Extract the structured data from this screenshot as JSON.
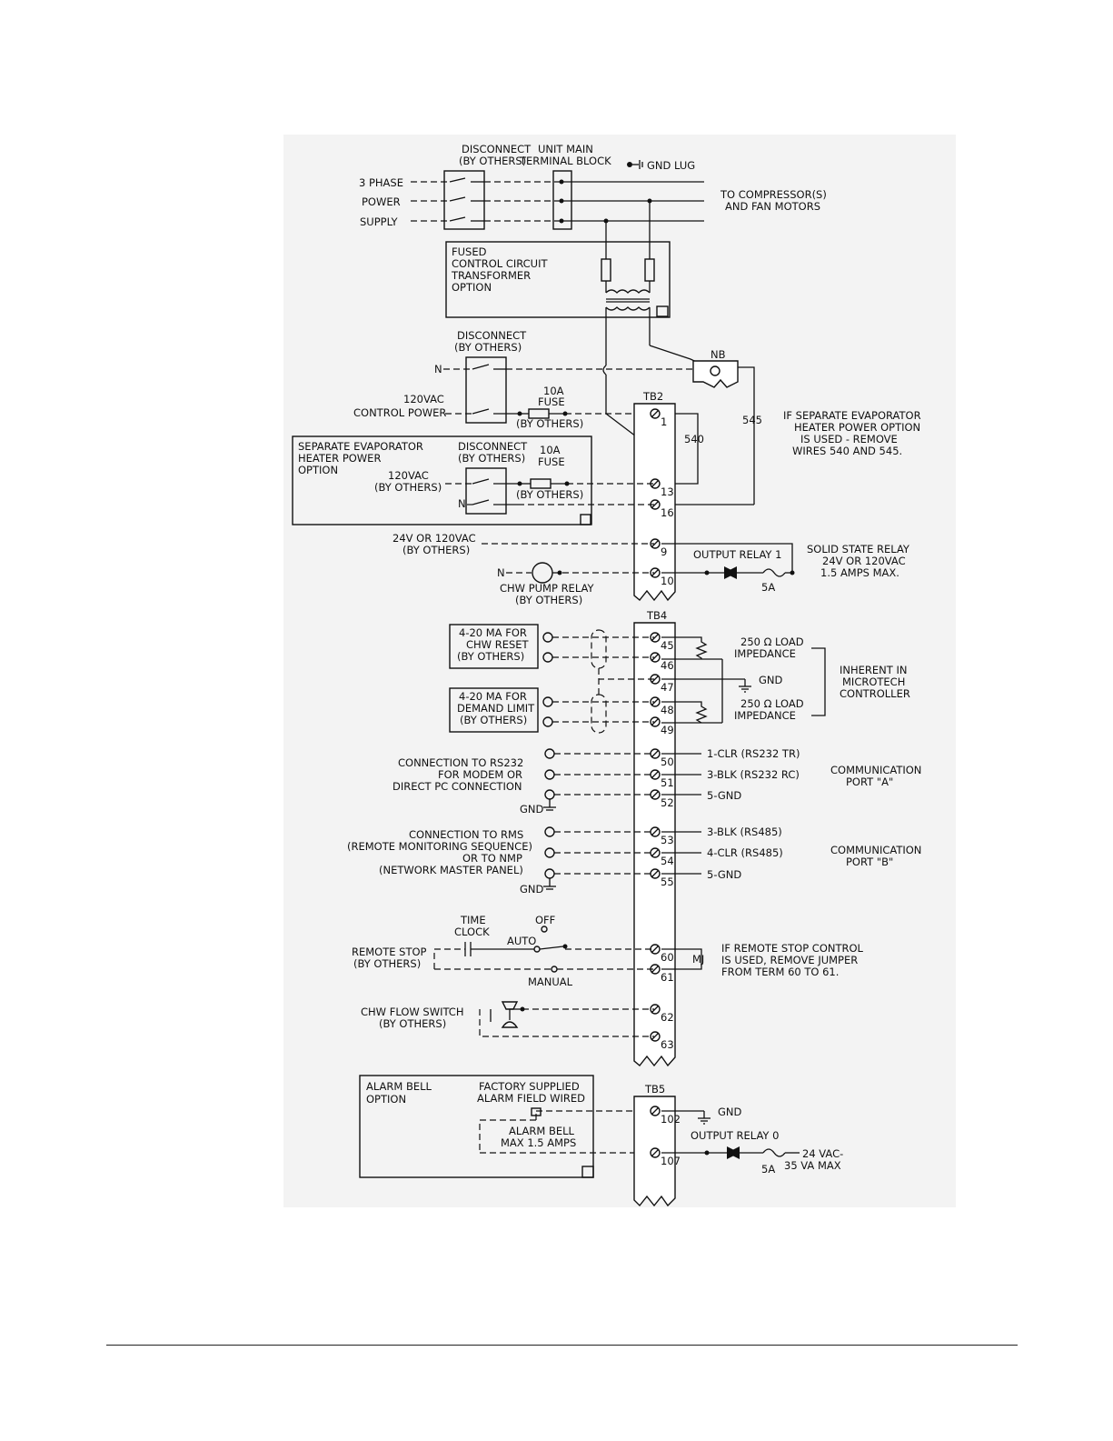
{
  "labels": {
    "disconnect_top": [
      "DISCONNECT",
      "(BY OTHERS)"
    ],
    "unit_main": [
      "UNIT MAIN",
      "TERMINAL BLOCK"
    ],
    "gnd_lug": "GND LUG",
    "supply": [
      "3 PHASE",
      "POWER",
      "SUPPLY"
    ],
    "to_compressors": [
      "TO COMPRESSOR(S)",
      "AND FAN MOTORS"
    ],
    "fused_box": [
      "FUSED",
      "CONTROL CIRCUIT",
      "TRANSFORMER",
      "OPTION"
    ],
    "disconnect_mid": [
      "DISCONNECT",
      "(BY OTHERS)"
    ],
    "nb": "NB",
    "n": "N",
    "fuse_10a": [
      "10A",
      "FUSE"
    ],
    "by_others": "(BY OTHERS)",
    "control_power": [
      "120VAC",
      "CONTROL POWER"
    ],
    "tb2": "TB2",
    "wire_540": "540",
    "wire_545": "545",
    "separate_note": [
      "IF SEPARATE EVAPORATOR",
      "HEATER POWER OPTION",
      "IS USED - REMOVE",
      "WIRES 540 AND 545."
    ],
    "sep_box": [
      "SEPARATE EVAPORATOR",
      "HEATER POWER",
      "OPTION"
    ],
    "sep_disconnect": [
      "DISCONNECT",
      "(BY OTHERS)"
    ],
    "sep_120": [
      "120VAC",
      "(BY OTHERS)"
    ],
    "v24": [
      "24V OR 120VAC",
      "(BY OTHERS)"
    ],
    "output_relay_1": "OUTPUT RELAY 1",
    "ssr": [
      "SOLID STATE RELAY",
      "24V OR 120VAC",
      "1.5 AMPS MAX."
    ],
    "fuse_5a": "5A",
    "chw_pump": [
      "CHW PUMP RELAY",
      "(BY OTHERS)"
    ],
    "tb4": "TB4",
    "ma_reset": [
      "4-20 MA FOR",
      "CHW RESET",
      "(BY OTHERS)"
    ],
    "ma_demand": [
      "4-20 MA FOR",
      "DEMAND LIMIT",
      "(BY OTHERS)"
    ],
    "load1": [
      "250 Ω  LOAD",
      "IMPEDANCE"
    ],
    "load2": [
      "250 Ω  LOAD",
      "IMPEDANCE"
    ],
    "gnd": "GND",
    "inherent": [
      "INHERENT IN",
      "MICROTECH",
      "CONTROLLER"
    ],
    "rs232": [
      "CONNECTION TO RS232",
      "FOR MODEM OR",
      "DIRECT PC CONNECTION"
    ],
    "port_a": [
      "COMMUNICATION",
      "PORT \"A\""
    ],
    "rs232_wires": [
      "1-CLR (RS232 TR)",
      "3-BLK (RS232 RC)",
      "5-GND"
    ],
    "rms": [
      "CONNECTION TO RMS",
      "(REMOTE MONITORING SEQUENCE)",
      "OR TO NMP",
      "(NETWORK MASTER PANEL)"
    ],
    "port_b": [
      "COMMUNICATION",
      "PORT \"B\""
    ],
    "rs485_wires": [
      "3-BLK (RS485)",
      "4-CLR (RS485)",
      "5-GND"
    ],
    "time_clock": [
      "TIME",
      "CLOCK"
    ],
    "off": "OFF",
    "auto": "AUTO",
    "manual": "MANUAL",
    "remote_stop": [
      "REMOTE STOP",
      "(BY OTHERS)"
    ],
    "mj": "MJ",
    "remote_note": [
      "IF REMOTE STOP CONTROL",
      "IS USED, REMOVE JUMPER",
      "FROM TERM 60 TO 61."
    ],
    "flow_switch": [
      "CHW FLOW SWITCH",
      "(BY OTHERS)"
    ],
    "alarm_box": [
      "ALARM BELL",
      "OPTION"
    ],
    "factory": [
      "FACTORY SUPPLIED",
      "ALARM FIELD WIRED"
    ],
    "alarm_bell": [
      "ALARM BELL",
      "MAX 1.5 AMPS"
    ],
    "tb5": "TB5",
    "output_relay_0": "OUTPUT RELAY 0",
    "vac24": [
      "24 VAC-",
      "35 VA MAX"
    ]
  },
  "terminals": {
    "tb2": [
      "1",
      "13",
      "16",
      "9",
      "10"
    ],
    "tb4": [
      "45",
      "46",
      "47",
      "48",
      "49",
      "50",
      "51",
      "52",
      "53",
      "54",
      "55",
      "60",
      "61",
      "62",
      "63"
    ],
    "tb5": [
      "102",
      "107"
    ]
  }
}
